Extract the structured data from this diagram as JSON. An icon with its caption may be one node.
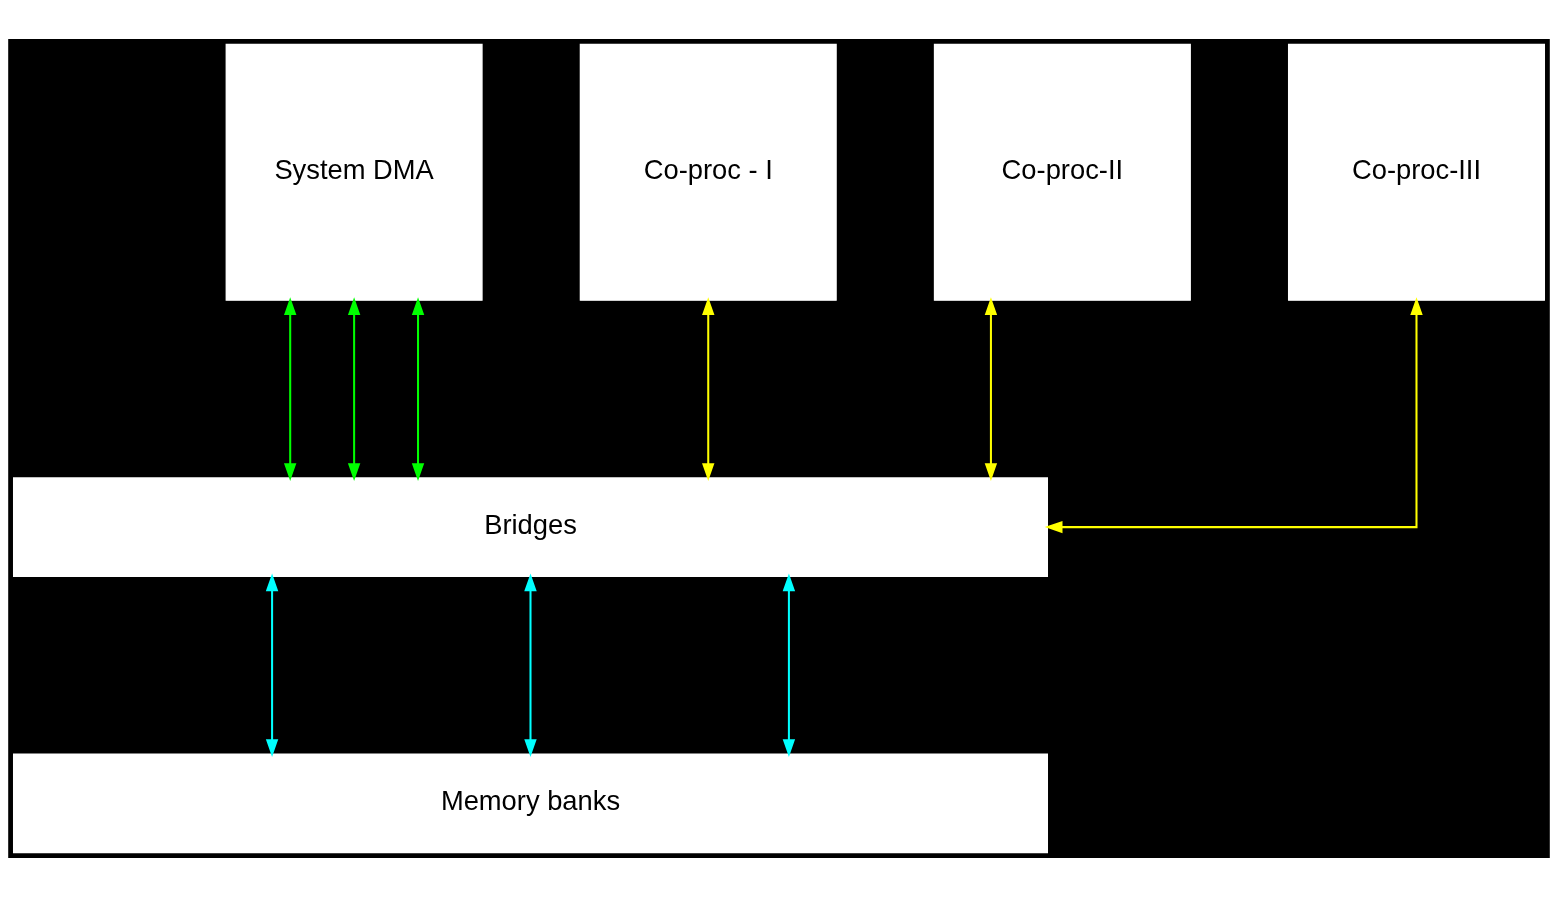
{
  "diagram": {
    "nodes": [
      {
        "text": [
          "System DMA"
        ]
      },
      {
        "text": [
          "Co-proc - I"
        ]
      },
      {
        "text": [
          "Co-proc-II"
        ]
      },
      {
        "text": [
          "Co-proc-III"
        ]
      },
      {
        "text": [
          "Bridges"
        ]
      },
      {
        "text": [
          "Memory banks"
        ]
      }
    ],
    "edges": [
      {
        "from": 0,
        "to": 4,
        "arrow": "both",
        "color": "#00ff00"
      },
      {
        "from": 0,
        "to": 4,
        "arrow": "both",
        "color": "#00ff00"
      },
      {
        "from": 0,
        "to": 4,
        "arrow": "both",
        "color": "#00ff00"
      },
      {
        "from": 1,
        "to": 4,
        "arrow": "both",
        "color": "#ffff00"
      },
      {
        "from": 2,
        "to": 4,
        "arrow": "both",
        "color": "#ffff00"
      },
      {
        "from": 3,
        "to": 4,
        "arrow": "both",
        "color": "#ffff00"
      },
      {
        "from": 4,
        "to": 5,
        "arrow": "both",
        "color": "#00ffff"
      },
      {
        "from": 4,
        "to": 5,
        "arrow": "both",
        "color": "#00ffff"
      },
      {
        "from": 4,
        "to": 5,
        "arrow": "both",
        "color": "#00ffff"
      }
    ]
  }
}
